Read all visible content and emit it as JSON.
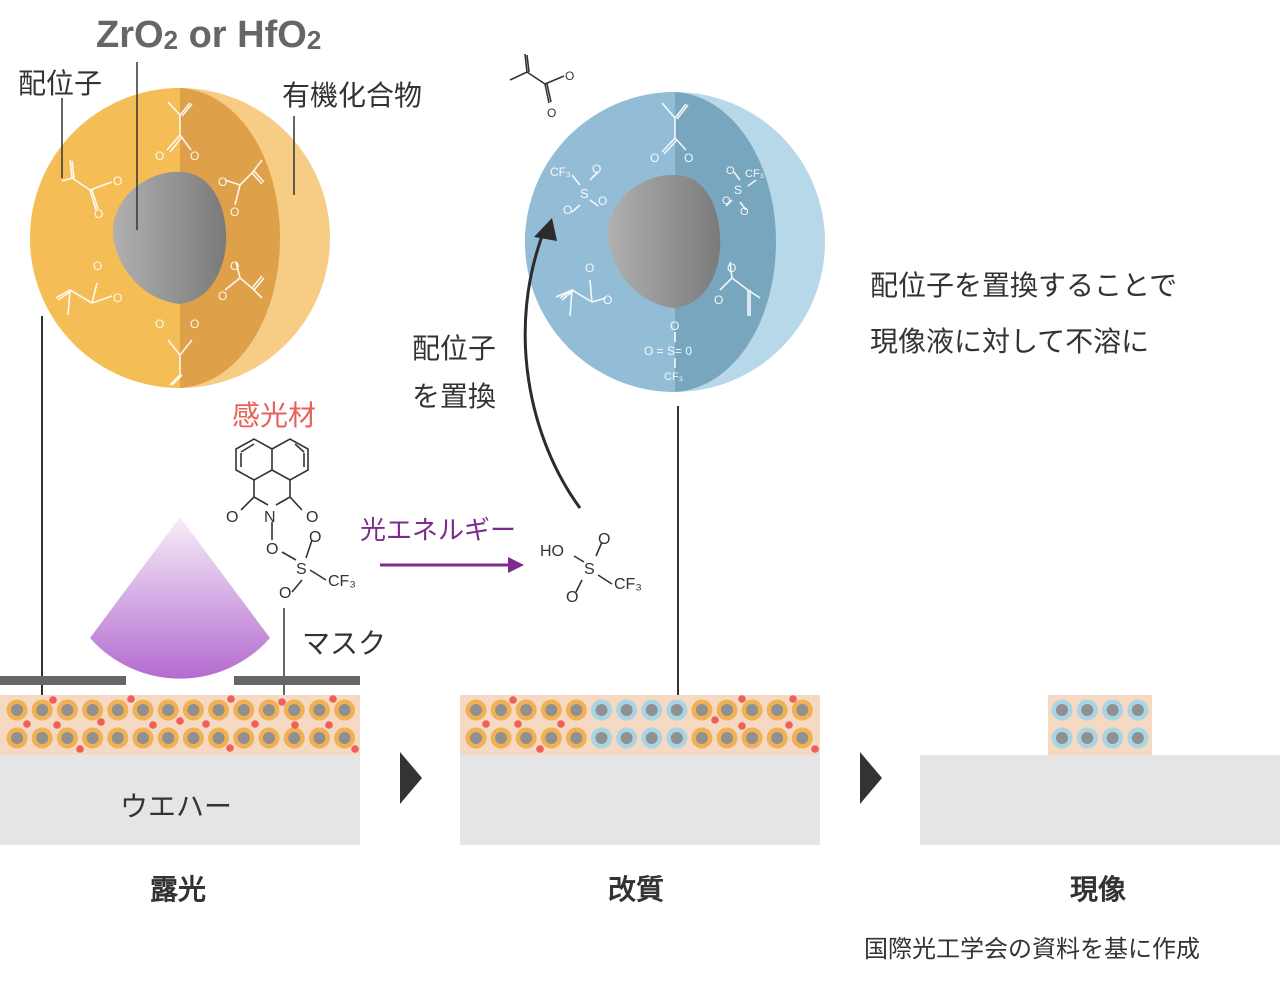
{
  "labels": {
    "oxide": {
      "a": "ZrO",
      "a_sub": "2",
      "or": " or ",
      "b": "HfO",
      "b_sub": "2"
    },
    "ligand": "配位子",
    "organic_compound": "有機化合物",
    "photosensitizer": "感光材",
    "mask": "マスク",
    "wafer": "ウエハー",
    "light_energy": "光エネルギー",
    "replace_ligand_line1": "配位子",
    "replace_ligand_line2": "を置換",
    "explanation_line1": "配位子を置換することで",
    "explanation_line2": "現像液に対して不溶に",
    "source_note": "国際光工学会の資料を基に作成"
  },
  "steps": [
    {
      "name": "exposure",
      "label": "露光"
    },
    {
      "name": "modification",
      "label": "改質"
    },
    {
      "name": "development",
      "label": "現像"
    }
  ],
  "chemistry": {
    "pag_atoms": {
      "N": "N",
      "O": "O",
      "S": "S",
      "CF3": "CF₃"
    },
    "acid": {
      "HO": "HO",
      "S": "S",
      "O": "O",
      "CF3": "CF₃"
    },
    "sphere_ligand_cf3": "CF₃",
    "sphere_ligand_S": "S",
    "sphere_ligand_O": "O",
    "sphere_bottom_o_eq": "O = S= 0"
  },
  "colors": {
    "orange_sphere": "#F5BD56",
    "orange_sphere_dark": "#DFA04A",
    "orange_sphere_light": "#F7CC84",
    "blue_sphere": "#93BDD6",
    "blue_sphere_dark": "#78A6BE",
    "blue_sphere_light": "#B6D8E8",
    "core_gray": "#8A8A8A",
    "resist_layer": "#F5D9C2",
    "particle_orange": "#F0B154",
    "particle_blue": "#A8D4E4",
    "acid_dot": "#EE6058",
    "wafer": "#E5E5E5",
    "mask": "#666666",
    "light_energy": "#7E2B8F",
    "photosensitizer_label": "#E8605A"
  }
}
